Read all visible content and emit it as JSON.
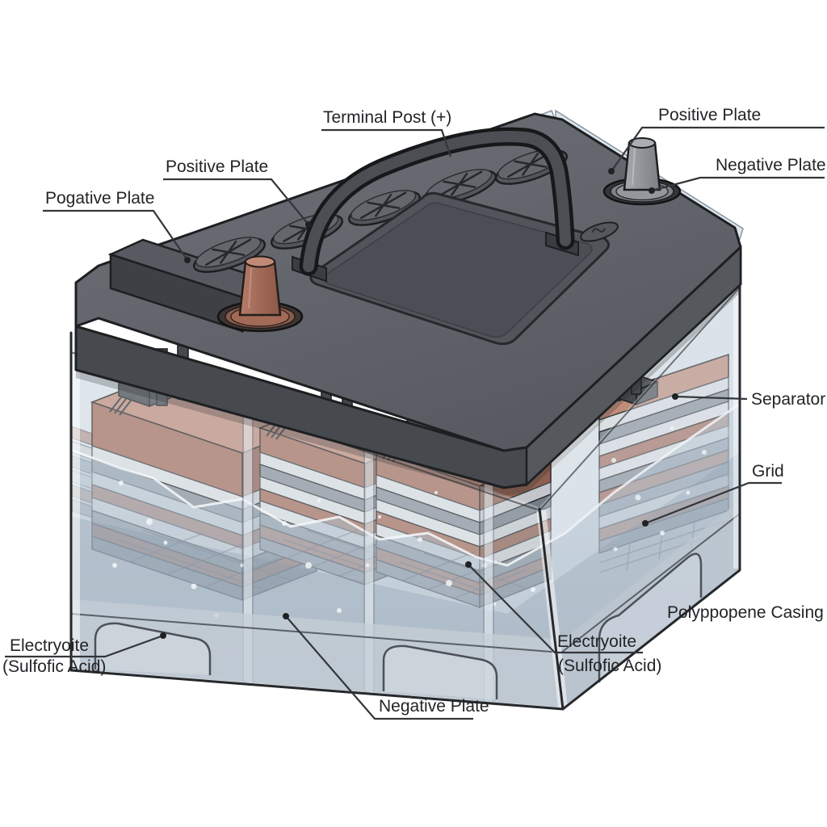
{
  "diagram": {
    "type": "cutaway-illustration",
    "subject": "car battery cross-section",
    "labels": {
      "terminal_post": {
        "text": "Terminal Post (+)"
      },
      "positive_plate_top_left": {
        "text": "Positive Plate"
      },
      "pogative_plate": {
        "text": "Pogative Plate"
      },
      "positive_plate_top_right": {
        "text": "Positive Plate"
      },
      "negative_plate_top_right": {
        "text": "Negative Plate"
      },
      "separator": {
        "text": "Separator"
      },
      "grid": {
        "text": "Grid"
      },
      "electrolyte_left": {
        "line1": "Electryoite",
        "line2": "(Sulfofic Acid)"
      },
      "negative_plate_bottom": {
        "text": "Negative Plate"
      },
      "electrolyte_middle": {
        "line1": "Electryoite",
        "line2": "(Sulfofic Acid)"
      },
      "casing": {
        "text": "Polyppopene Casing"
      }
    },
    "colors": {
      "background": "#ffffff",
      "lid_top": "#63676d",
      "lid_front": "#46494e",
      "lid_right": "#55585d",
      "block": "#575b61",
      "copper": "#a5705f",
      "copper_light": "#c08d7b",
      "copper_dark": "#8f6051",
      "plate_gray": "#8a929c",
      "plate_gray_dark": "#747c86",
      "separator_white": "#dcdfe2",
      "separator_dark": "#c3c7cb",
      "terminal_copper": "#a26a57",
      "terminal_gray": "#94989d",
      "handle": "#4b4e53",
      "outline": "#26282b",
      "leader": "#33363a",
      "label_text": "#222427"
    }
  }
}
